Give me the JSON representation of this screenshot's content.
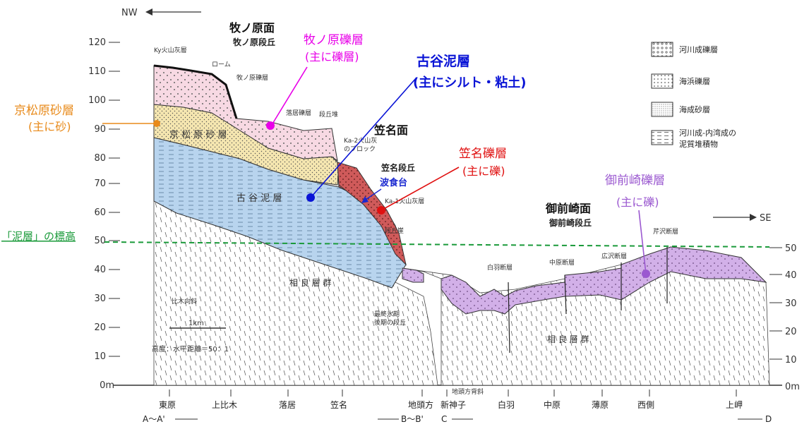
{
  "direction": {
    "nw": "NW",
    "se": "SE"
  },
  "y_axis_left": [
    "120",
    "110",
    "100",
    "90",
    "80",
    "70",
    "60",
    "50",
    "40",
    "30",
    "20",
    "10",
    "0m"
  ],
  "y_axis_right": [
    "50",
    "40",
    "30",
    "20",
    "10",
    "0m"
  ],
  "scale": {
    "bar": "1km",
    "ratio": "高度：水平距離＝50：1"
  },
  "surfaces": {
    "makinohara": "牧ノ原面",
    "makinohara_terrace": "牧ノ原段丘",
    "kasana": "笠名面",
    "kasana_terrace": "笠名段丘",
    "omaezaki": "御前崎面",
    "omaezaki_terrace": "御前崎段丘"
  },
  "annotations": {
    "makinohara_gravel": {
      "title": "牧ノ原礫層",
      "sub": "(主に礫層)",
      "color": "#e800e8"
    },
    "furuya_mud": {
      "title": "古谷泥層",
      "sub": "(主にシルト・粘土)",
      "color": "#0a14d6"
    },
    "kyomatsubara_sand": {
      "title": "京松原砂層",
      "sub": "(主に砂)",
      "color": "#e88a1a"
    },
    "kasana_gravel": {
      "title": "笠名礫層",
      "sub": "(主に礫)",
      "color": "#e01010"
    },
    "omaezaki_gravel": {
      "title": "御前崎礫層",
      "sub": "(主に礫)",
      "color": "#9b59d0"
    },
    "mud_elevation": {
      "text": "「泥層」の標高",
      "color": "#1a9a3a"
    },
    "wave_cut": {
      "text": "波食台",
      "color": "#1a28d0"
    }
  },
  "inner_labels": {
    "ky_ash": "Ky火山灰層",
    "loam": "ローム",
    "makinohara_gravel_inner": "牧ノ原礫層",
    "ochii_gravel": "落居礫層",
    "terrace_cliff1": "段丘堆",
    "ka_ash_block": "Ka-2火山灰",
    "ka_ash_block2": "のブロック",
    "kyomatsubara_inner": "京 松 原 砂 層",
    "furuya_inner": "古 谷 泥 層",
    "ka1_ash": "Ka-1火山灰層",
    "terrace_cliff2": "段丘崖",
    "sagara1": "相 良 層 群",
    "sagara2": "相 良 層 群",
    "hikigi": "比木向斜",
    "last_glacial1": "最終氷期",
    "last_glacial2": "後期の段丘",
    "shiraha_fault": "白羽断層",
    "nakahara_fault": "中原断層",
    "hirosawa_fault": "広沢断層",
    "serizawa_fault": "芹沢断層",
    "jitogata_syncline": "地頭方背斜"
  },
  "places": [
    "東原",
    "上比木",
    "落居",
    "笠名",
    "地頭方",
    "新神子",
    "白羽",
    "中原",
    "薄原",
    "西側",
    "上岬"
  ],
  "sections": {
    "a": "A～A'",
    "b": "B～B'",
    "c": "C",
    "d": "D"
  },
  "legend": [
    {
      "label": "河川成礫層"
    },
    {
      "label": "海浜礫層"
    },
    {
      "label": "海成砂層"
    },
    {
      "label": "河川成-内湾成の"
    },
    {
      "label": "泥質堆積物"
    }
  ]
}
